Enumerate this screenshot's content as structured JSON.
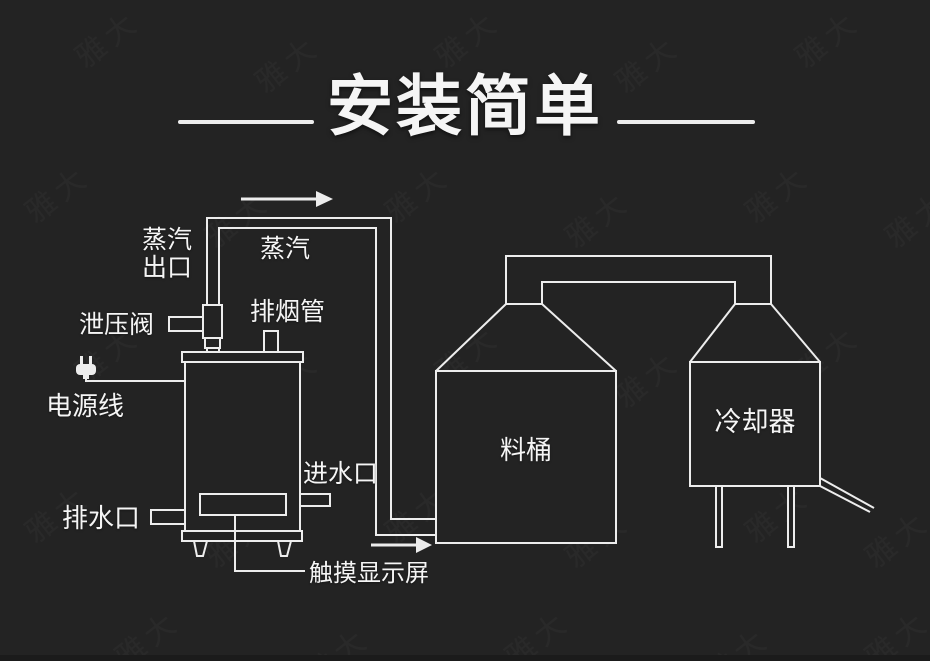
{
  "title": {
    "text": "安装简单"
  },
  "watermark": {
    "text": "雅大"
  },
  "colors": {
    "background": "#232323",
    "line": "#ededed",
    "text": "#f5f5f5"
  },
  "diagram": {
    "labels": {
      "steam_outlet": "蒸汽出口",
      "steam": "蒸汽",
      "relief_valve": "泄压阀",
      "smoke_pipe": "排烟管",
      "power_cord": "电源线",
      "drain_outlet": "排水口",
      "water_inlet": "进水口",
      "touch_screen": "触摸显示屏",
      "barrel": "料桶",
      "cooler": "冷却器"
    }
  }
}
